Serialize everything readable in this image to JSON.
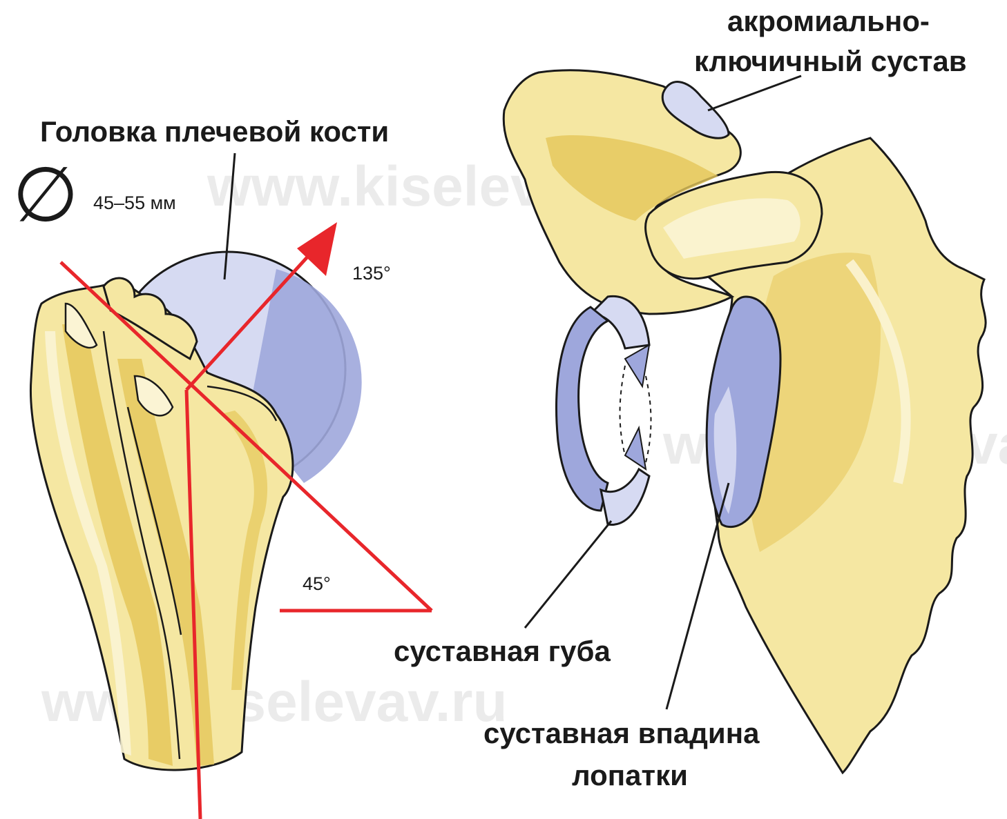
{
  "labels": {
    "humeral_head": "Головка плечевой кости",
    "diameter_symbol": "∅",
    "diameter_value": "45–55 мм",
    "angle_135": "135°",
    "angle_45": "45°",
    "acromioclavicular_line1": "акромиально-",
    "acromioclavicular_line2": "ключичный сустав",
    "labrum": "суставная губа",
    "glenoid_line1": "суставная впадина",
    "glenoid_line2": "лопатки"
  },
  "watermark": "www.kiselevav.ru",
  "colors": {
    "bone": "#f5e7a2",
    "bone_shade": "#e5c75a",
    "bone_highlight": "#fbf4d4",
    "cartilage": "#9ea7dc",
    "cartilage_light": "#d6daf2",
    "outline": "#1a1a1a",
    "red": "#e8262b"
  }
}
